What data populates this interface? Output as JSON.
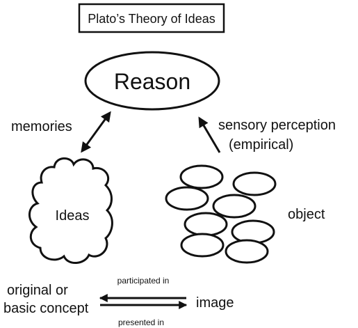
{
  "title": "Plato’s Theory of Ideas",
  "nodes": {
    "reason": "Reason",
    "ideas": "Ideas",
    "object": "object",
    "original": [
      "original or",
      "basic concept"
    ],
    "image": "image"
  },
  "edge_labels": {
    "memories": "memories",
    "sensory": [
      "sensory perception",
      "(empirical)"
    ],
    "participated_in": "participated in",
    "presented_in": "presented in"
  },
  "colors": {
    "ink": "#111111",
    "background": "#ffffff"
  }
}
